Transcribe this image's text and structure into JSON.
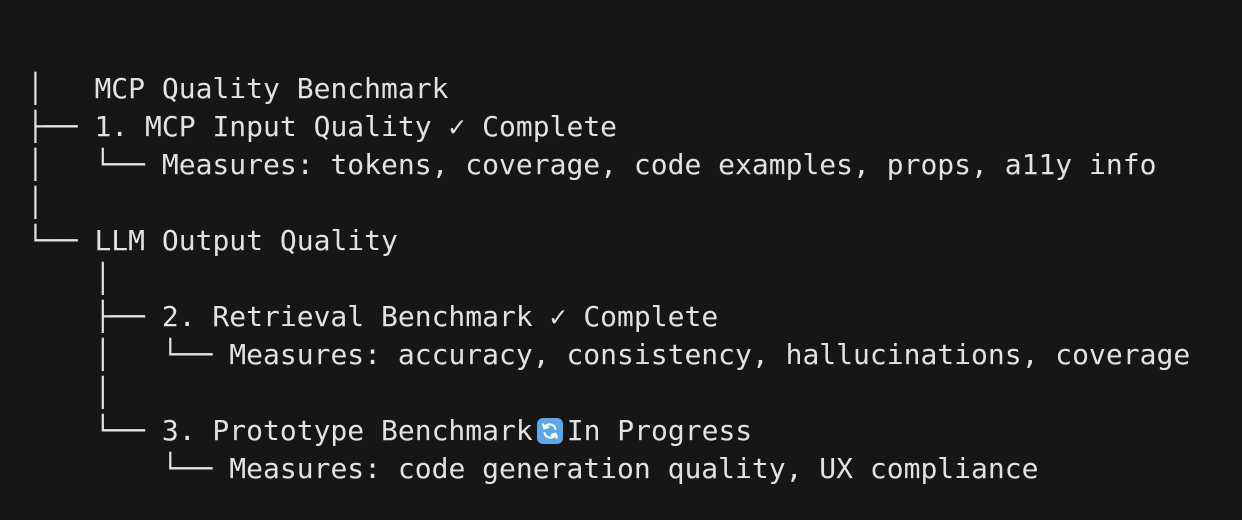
{
  "tree": {
    "root": "MCP Quality Benchmark",
    "tree_connectors": {
      "pipe": "│",
      "branch": "├──",
      "last": "└──"
    },
    "nodes": [
      {
        "prefix": "├── ",
        "label": "1. MCP Input Quality",
        "status_icon": "✓",
        "status": "Complete",
        "measures_prefix": "│   └── ",
        "measures": "Measures: tokens, coverage, code examples, props, a11y info"
      },
      {
        "prefix": "└── ",
        "label": "LLM Output Quality",
        "children": [
          {
            "prefix": "    ├── ",
            "label": "2. Retrieval Benchmark",
            "status_icon": "✓",
            "status": "Complete",
            "measures_prefix": "    │   └── ",
            "measures": "Measures: accuracy, consistency, hallucinations, coverage"
          },
          {
            "prefix": "    └── ",
            "label": "3. Prototype Benchmark",
            "status_icon_name": "arrows-counterclockwise-icon",
            "status": "In Progress",
            "measures_prefix": "        └── ",
            "measures": "Measures: code generation quality, UX compliance"
          }
        ]
      }
    ],
    "spacer_pipes": {
      "root_pipe": "│",
      "between_top": "│",
      "llm_pipe": "    │",
      "between_children": "    │"
    }
  }
}
